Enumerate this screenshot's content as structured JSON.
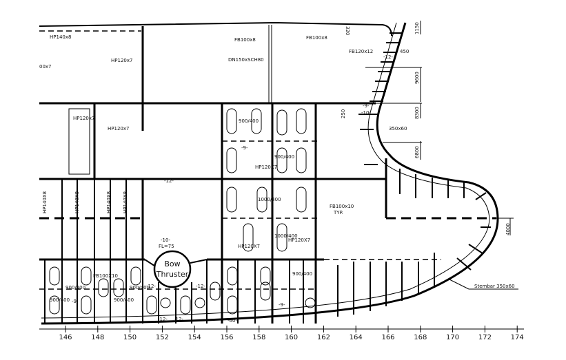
{
  "drawing": {
    "title": "Bow section profile with bow thruster",
    "bow_thruster": [
      "Bow",
      "Thruster"
    ],
    "labels": {
      "hp140x8_top": "HP140x8",
      "x00x7": "00x7",
      "hp120x7_a": "HP120x7",
      "fb100x8_a": "FB100x8",
      "dn150": "DN150xSCH80",
      "fb100x8_b": "FB100x8",
      "d320": "320",
      "d1150": "1150",
      "fb120x12": "FB120x12",
      "d450": "450",
      "w12_stem": "-12-",
      "d9600": "9600",
      "d8300": "8300",
      "d250": "250",
      "w9_stem": "-9-",
      "w10_stem": "-10-",
      "s350x60": "350x60",
      "d6800": "6800",
      "hp120x7_b": "HP120x7",
      "hp120x7_c": "HP120x7",
      "o900_400_a": "900/400",
      "w9_a": "-9-",
      "o900_400_b": "900/400",
      "hp120X7_d": "HP120X7",
      "hp140x8_v1": "HP140X8",
      "hp140x8_v2": "HP140X8",
      "hp140x8_v3": "HP140X8",
      "hp140x8_v4": "HP140X8",
      "w12_a": "-12-",
      "o1000_400_a": "1000/400",
      "fb100x10": "FB100x10",
      "typ": "TYP.",
      "o1000_400_b": "1000/400",
      "hp120X7_e": "HP120X7",
      "hp120X7_f": "HP120X7",
      "w10_fl": "-10-",
      "fl75": "FL=75",
      "fb100X10": "FB100X10",
      "o900_400_c": "900/400",
      "o900_400_d": "900/400",
      "o900_400_e": "900/400",
      "o900_400_f": "900/400",
      "o900_400_g": "900/400",
      "w12_b": "-12-",
      "w12_c": "-12-",
      "w12_d": "-12-",
      "w12_e": "-12-",
      "w60": "-60-",
      "w9_b": "-9-",
      "w9_c": "-9-",
      "stembar": "Stembar 350x60",
      "d4000": "4000"
    },
    "frame_axis": [
      "146",
      "148",
      "150",
      "152",
      "154",
      "156",
      "158",
      "160",
      "162",
      "164",
      "166",
      "168",
      "170",
      "172",
      "174"
    ]
  }
}
